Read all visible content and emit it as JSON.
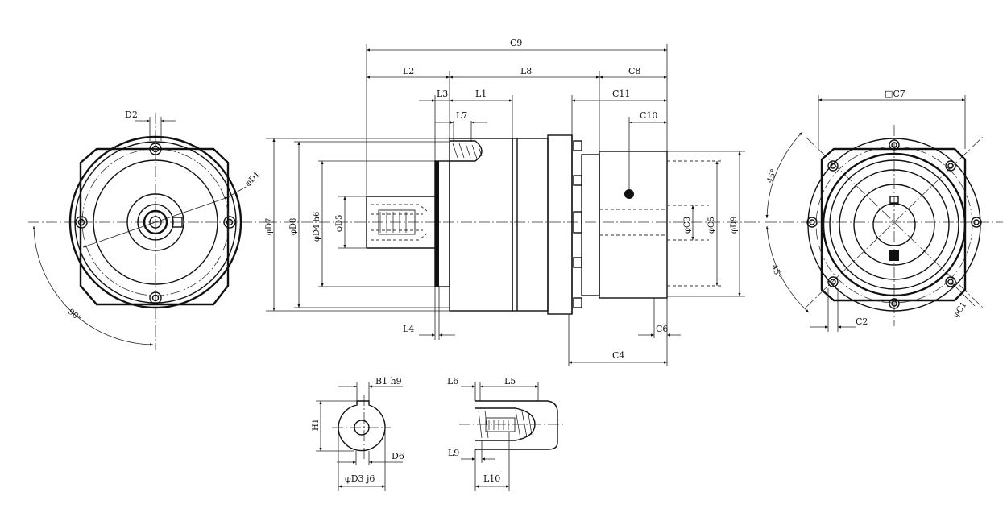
{
  "labels": {
    "c9": "C9",
    "l2": "L2",
    "l8": "L8",
    "c8": "C8",
    "l3": "L3",
    "l1": "L1",
    "c11": "C11",
    "c10": "C10",
    "l7": "L7",
    "d2": "D2",
    "d1": "φD1",
    "d7": "φD7",
    "d8": "φD8",
    "d4": "φD4 h6",
    "d5": "φD5",
    "c3": "φC3",
    "c5": "φC5",
    "d9": "φD9",
    "l4": "L4",
    "c6": "C6",
    "c4": "C4",
    "angle90": "90°",
    "c7": "□C7",
    "angle45a": "45°",
    "angle45b": "45°",
    "c1": "φC1",
    "c2": "C2",
    "b1": "B1 h9",
    "h1": "H1",
    "d6": "D6",
    "d3": "φD3 j6",
    "l6": "L6",
    "l5": "L5",
    "l9": "L9",
    "l10": "L10"
  }
}
